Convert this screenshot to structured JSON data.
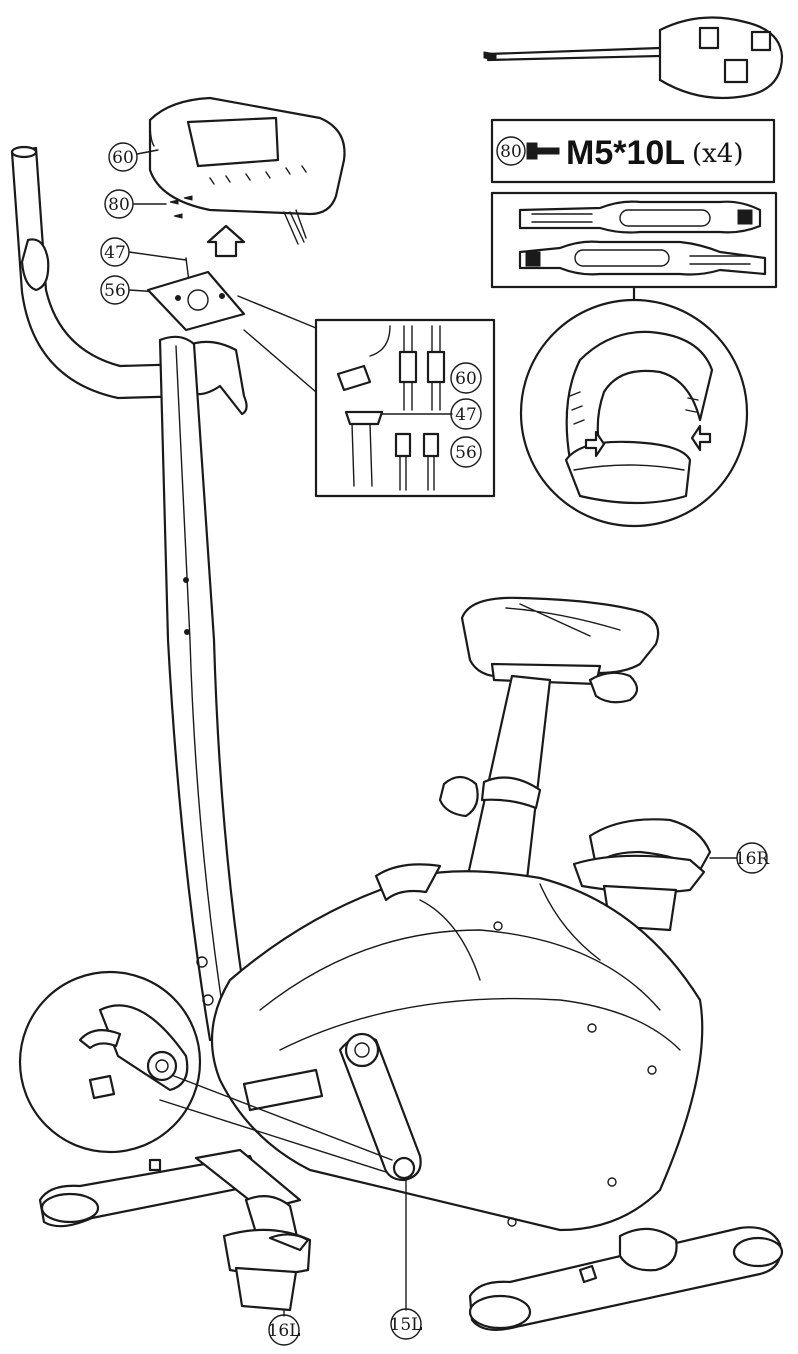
{
  "parts": {
    "console": "60",
    "screw": "80",
    "cable_upper": "47",
    "cable_lower": "56",
    "pedal_right": "16R",
    "pedal_left": "16L",
    "crank_left": "15L"
  },
  "hardware": {
    "part": "80",
    "spec": "M5*10L",
    "qty": "(x4)"
  },
  "connector_detail": {
    "label_top": "60",
    "label_mid": "47",
    "label_bottom": "56"
  }
}
